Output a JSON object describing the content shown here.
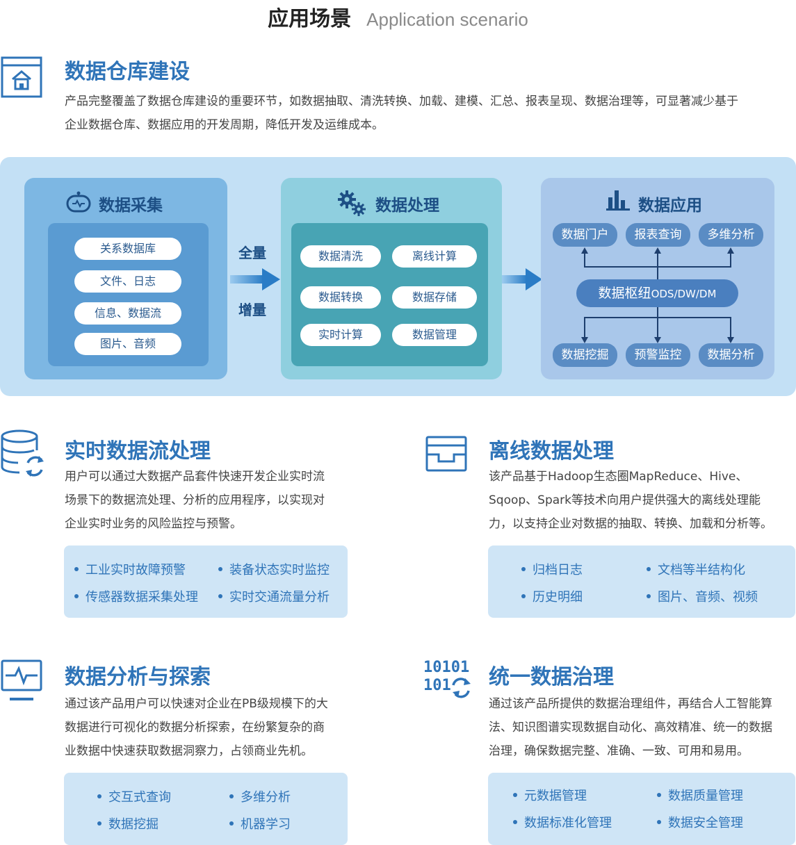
{
  "header": {
    "title_cn": "应用场景",
    "title_en": "Application scenario"
  },
  "warehouse": {
    "title": "数据仓库建设",
    "line1": "产品完整覆盖了数据仓库建设的重要环节，如数据抽取、清洗转换、加载、建模、汇总、报表呈现、数据治理等，可显著减少基于",
    "line2": "企业数据仓库、数据应用的开发周期，降低开发及运维成本。"
  },
  "diagram": {
    "collect": {
      "title": "数据采集",
      "items": [
        "关系数据库",
        "文件、日志",
        "信息、数据流",
        "图片、音频"
      ]
    },
    "flow": {
      "full": "全量",
      "incremental": "增量"
    },
    "process": {
      "title": "数据处理",
      "items": [
        "数据清洗",
        "离线计算",
        "数据转换",
        "数据存储",
        "实时计算",
        "数据管理"
      ]
    },
    "apply": {
      "title": "数据应用",
      "top": [
        "数据门户",
        "报表查询",
        "多维分析"
      ],
      "hub_main": "数据枢纽",
      "hub_sub": "ODS/DW/DM",
      "bottom": [
        "数据挖掘",
        "预警监控",
        "数据分析"
      ]
    }
  },
  "realtime": {
    "title": "实时数据流处理",
    "lines": [
      "用户可以通过大数据产品套件快速开发企业实时流",
      "场景下的数据流处理、分析的应用程序，以实现对",
      "企业实时业务的风险监控与预警。"
    ],
    "bullets": [
      "工业实时故障预警",
      "装备状态实时监控",
      "传感器数据采集处理",
      "实时交通流量分析"
    ]
  },
  "offline": {
    "title": "离线数据处理",
    "lines": [
      "该产品基于Hadoop生态圈MapReduce、Hive、",
      "Sqoop、Spark等技术向用户提供强大的离线处理能",
      "力，以支持企业对数据的抽取、转换、加载和分析等。"
    ],
    "bullets": [
      "归档日志",
      "文档等半结构化",
      "历史明细",
      "图片、音频、视频"
    ]
  },
  "analysis": {
    "title": "数据分析与探索",
    "lines": [
      "通过该产品用户可以快速对企业在PB级规模下的大",
      "数据进行可视化的数据分析探索，在纷繁复杂的商",
      "业数据中快速获取数据洞察力，占领商业先机。"
    ],
    "bullets": [
      "交互式查询",
      "多维分析",
      "数据挖掘",
      "机器学习"
    ]
  },
  "governance": {
    "title": "统一数据治理",
    "icon_text": "10101 101",
    "lines": [
      "通过该产品所提供的数据治理组件，再结合人工智能算",
      "法、知识图谱实现数据自动化、高效精准、统一的数据",
      "治理，确保数据完整、准确、一致、可用和易用。"
    ],
    "bullets": [
      "元数据管理",
      "数据质量管理",
      "数据标准化管理",
      "数据安全管理"
    ]
  }
}
